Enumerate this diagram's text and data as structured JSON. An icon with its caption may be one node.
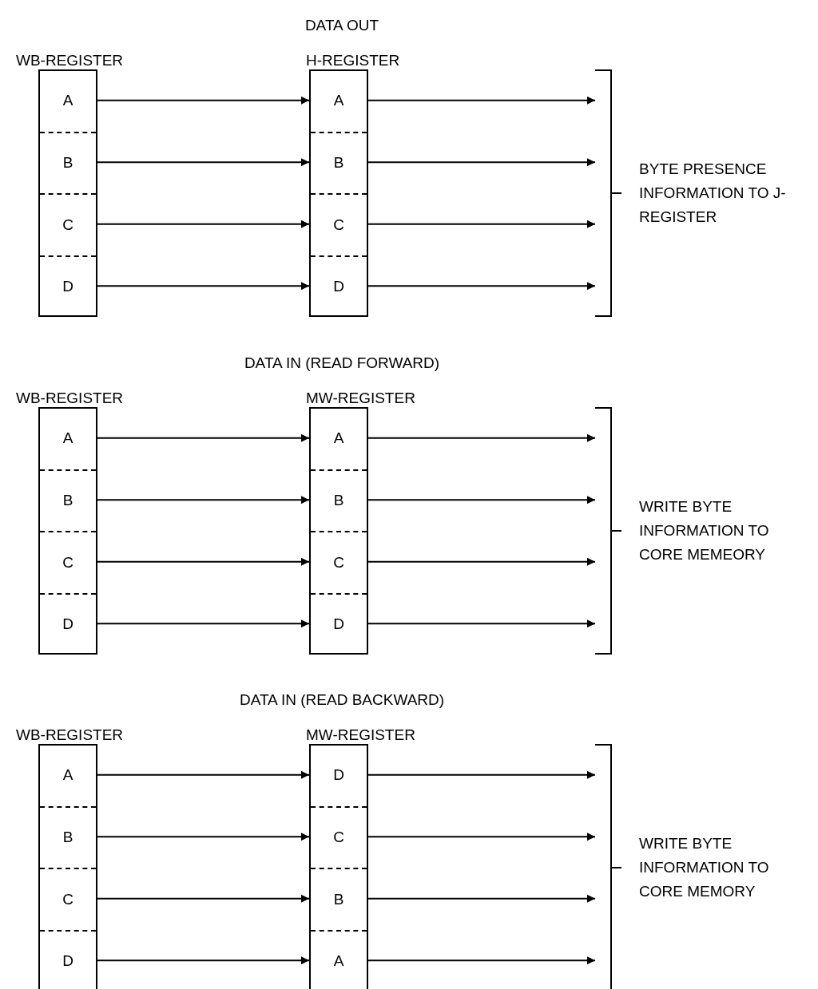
{
  "diagram": {
    "nodes": [
      {
        "text": [
          "WB-REGISTER"
        ]
      },
      {
        "text": [
          "A"
        ],
        "in": 0
      },
      {
        "text": [
          "B"
        ],
        "in": 0
      },
      {
        "text": [
          "C"
        ],
        "in": 0
      },
      {
        "text": [
          "D"
        ],
        "in": 0
      },
      {
        "text": [
          "H-REGISTER"
        ]
      },
      {
        "text": [
          "A"
        ],
        "in": 5
      },
      {
        "text": [
          "B"
        ],
        "in": 5
      },
      {
        "text": [
          "C"
        ],
        "in": 5
      },
      {
        "text": [
          "D"
        ],
        "in": 5
      },
      {
        "text": [
          "WB-REGISTER"
        ]
      },
      {
        "text": [
          "A"
        ],
        "in": 10
      },
      {
        "text": [
          "B"
        ],
        "in": 10
      },
      {
        "text": [
          "C"
        ],
        "in": 10
      },
      {
        "text": [
          "D"
        ],
        "in": 10
      },
      {
        "text": [
          "MW-REGISTER"
        ]
      },
      {
        "text": [
          "A"
        ],
        "in": 15
      },
      {
        "text": [
          "B"
        ],
        "in": 15
      },
      {
        "text": [
          "C"
        ],
        "in": 15
      },
      {
        "text": [
          "D"
        ],
        "in": 15
      },
      {
        "text": [
          "WB-REGISTER"
        ]
      },
      {
        "text": [
          "A"
        ],
        "in": 20
      },
      {
        "text": [
          "B"
        ],
        "in": 20
      },
      {
        "text": [
          "C"
        ],
        "in": 20
      },
      {
        "text": [
          "D"
        ],
        "in": 20
      },
      {
        "text": [
          "MW-REGISTER"
        ]
      },
      {
        "text": [
          "D"
        ],
        "in": 25
      },
      {
        "text": [
          "C"
        ],
        "in": 25
      },
      {
        "text": [
          "B"
        ],
        "in": 25
      },
      {
        "text": [
          "A"
        ],
        "in": 25
      },
      {
        "text": [
          "BYTE PRESENCE INFORMATION TO J-REGISTER"
        ]
      },
      {
        "text": [
          "WRITE BYTE INFORMATION TO CORE MEMEORY"
        ]
      },
      {
        "text": [
          "WRITE BYTE INFORMATION TO CORE MEMORY"
        ]
      }
    ],
    "edges": [
      {
        "from": 1,
        "to": 6,
        "arrow": "to"
      },
      {
        "from": 2,
        "to": 7,
        "arrow": "to"
      },
      {
        "from": 3,
        "to": 8,
        "arrow": "to"
      },
      {
        "from": 4,
        "to": 9,
        "arrow": "to"
      },
      {
        "from": 6,
        "to": 30,
        "arrow": "to"
      },
      {
        "from": 7,
        "to": 30,
        "arrow": "to"
      },
      {
        "from": 8,
        "to": 30,
        "arrow": "to"
      },
      {
        "from": 9,
        "to": 30,
        "arrow": "to"
      },
      {
        "from": 11,
        "to": 16,
        "arrow": "to"
      },
      {
        "from": 12,
        "to": 17,
        "arrow": "to"
      },
      {
        "from": 13,
        "to": 18,
        "arrow": "to"
      },
      {
        "from": 14,
        "to": 19,
        "arrow": "to"
      },
      {
        "from": 16,
        "to": 31,
        "arrow": "to"
      },
      {
        "from": 17,
        "to": 31,
        "arrow": "to"
      },
      {
        "from": 18,
        "to": 31,
        "arrow": "to"
      },
      {
        "from": 19,
        "to": 31,
        "arrow": "to"
      },
      {
        "from": 21,
        "to": 26,
        "arrow": "to"
      },
      {
        "from": 22,
        "to": 27,
        "arrow": "to"
      },
      {
        "from": 23,
        "to": 28,
        "arrow": "to"
      },
      {
        "from": 24,
        "to": 29,
        "arrow": "to"
      },
      {
        "from": 26,
        "to": 32,
        "arrow": "to"
      },
      {
        "from": 27,
        "to": 32,
        "arrow": "to"
      },
      {
        "from": 28,
        "to": 32,
        "arrow": "to"
      },
      {
        "from": 29,
        "to": 32,
        "arrow": "to"
      }
    ],
    "labels": [
      "DATA OUT",
      "DATA IN (READ FORWARD)",
      "DATA IN (READ BACKWARD)"
    ]
  }
}
